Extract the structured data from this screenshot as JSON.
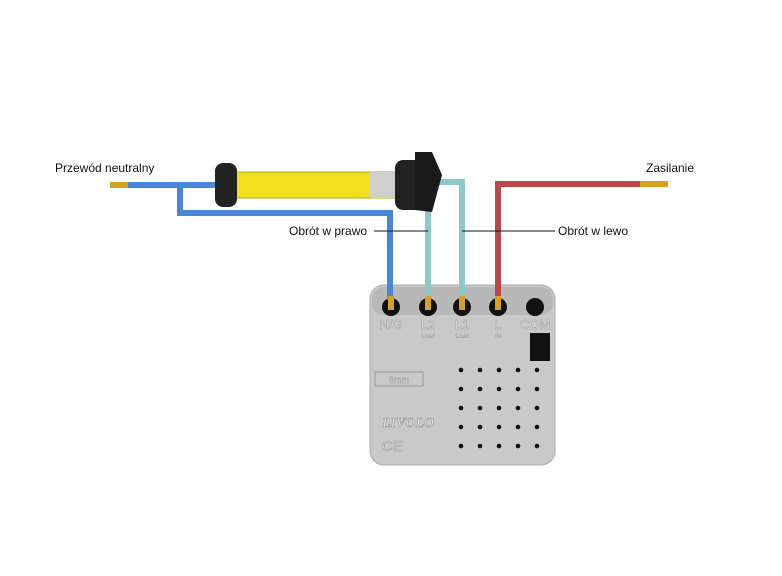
{
  "labels": {
    "neutral": "Przewód neutralny",
    "power": "Zasilanie",
    "right": "Obrót w prawo",
    "left": "Obrót w lewo"
  },
  "module": {
    "terminals": [
      "N/G",
      "L2",
      "L1",
      "L",
      "COM"
    ],
    "sublabels": [
      "",
      "Load",
      "Load",
      "IN",
      ""
    ],
    "strip_gauge": "8mm",
    "brand": "LIVOLO",
    "mark": "CE"
  },
  "colors": {
    "neutral": "#4a86d8",
    "right": "#8cc9c9",
    "left": "#8cc9c9",
    "power": "#b8484c",
    "motor": "#f0e020",
    "module": "#c7c7c7"
  }
}
